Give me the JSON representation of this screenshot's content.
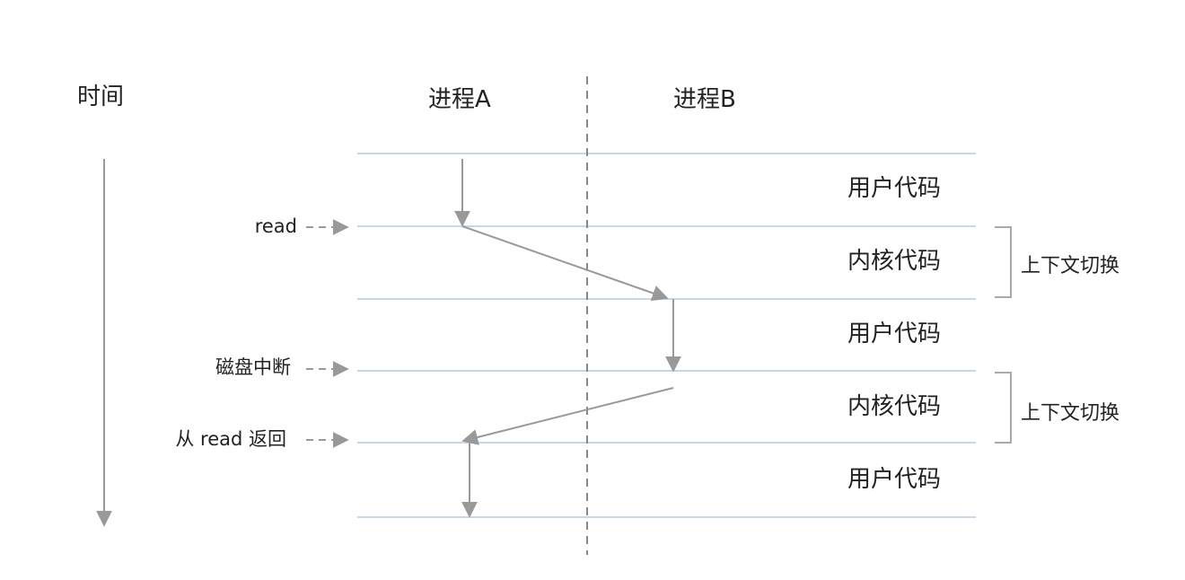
{
  "headers": {
    "time": "时间",
    "process_a": "进程A",
    "process_b": "进程B"
  },
  "modes": [
    "用户代码",
    "内核代码",
    "用户代码",
    "内核代码",
    "用户代码"
  ],
  "context_switches": [
    "上下文切换",
    "上下文切换"
  ],
  "events": [
    "read",
    "磁盘中断",
    "从 read 返回"
  ],
  "colors": {
    "row_line": "#c9d8e6",
    "arrow": "#999999",
    "divider": "#888888",
    "bracket": "#aaaaaa",
    "text": "#222222"
  }
}
